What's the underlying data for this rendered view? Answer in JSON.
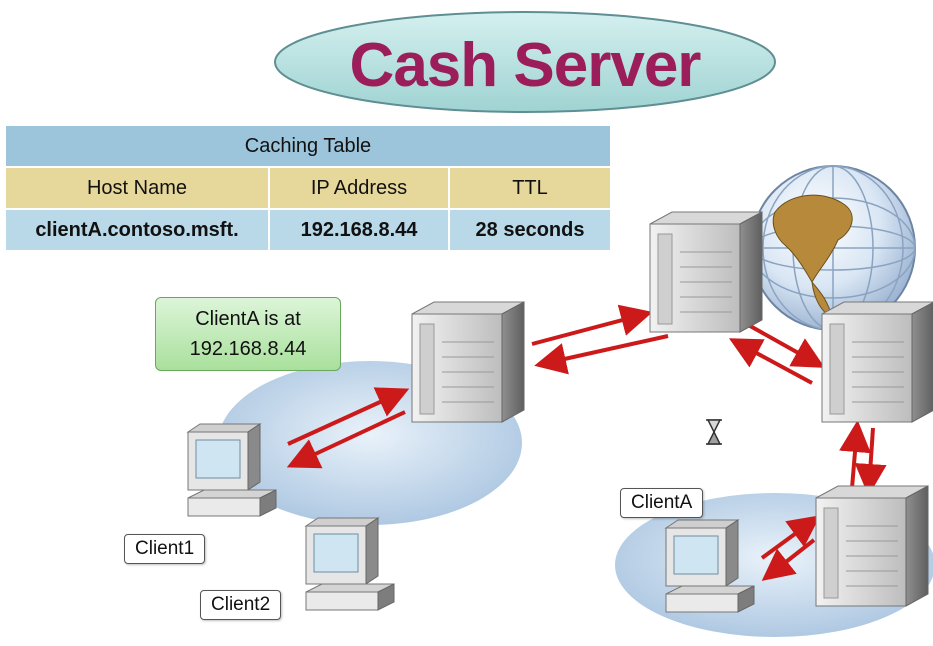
{
  "title": "Cash Server",
  "caching_table": {
    "title": "Caching Table",
    "headers": [
      "Host Name",
      "IP Address",
      "TTL"
    ],
    "rows": [
      [
        "clientA.contoso.msft.",
        "192.168.8.44",
        "28 seconds"
      ]
    ]
  },
  "callout": {
    "line1": "ClientA is at",
    "line2": "192.168.8.44"
  },
  "labels": {
    "client1": "Client1",
    "client2": "Client2",
    "clientA": "ClientA"
  },
  "icons": [
    "globe-icon",
    "server-icon",
    "computer-icon",
    "hourglass-icon",
    "arrow-icon"
  ],
  "colors": {
    "title": "#9b1d5a",
    "arrow": "#cc1a1a",
    "table_title": "#9cc4db",
    "table_header": "#e6d79a",
    "table_row": "#b9d8e8"
  }
}
